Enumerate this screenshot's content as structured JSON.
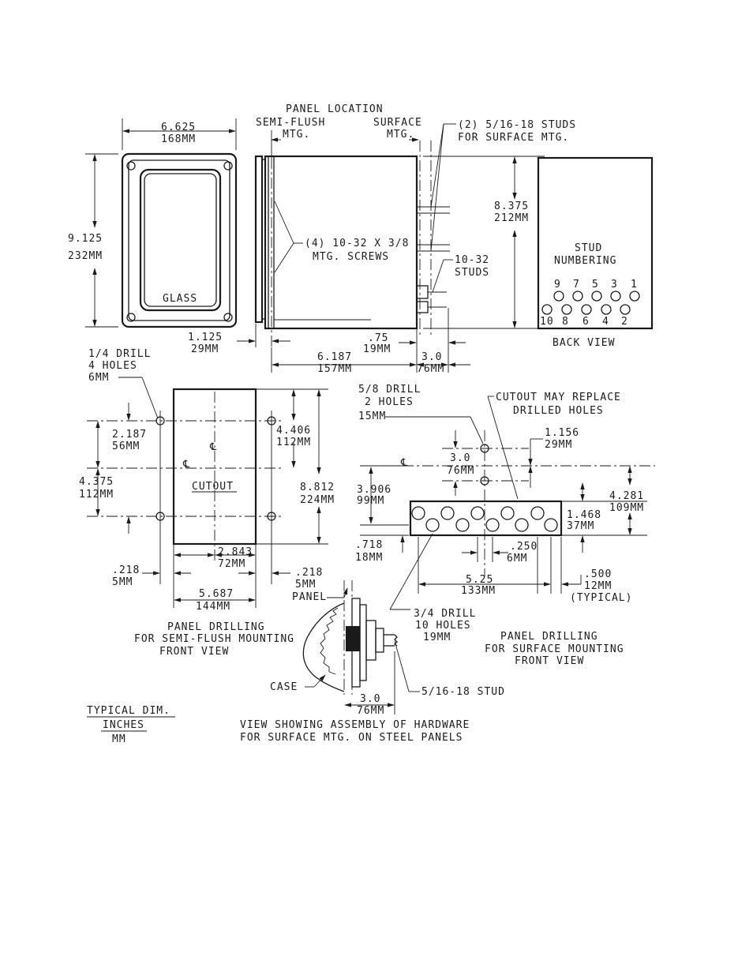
{
  "front": {
    "width_in": "6.625",
    "width_mm": "168MM",
    "height_in": "9.125",
    "height_mm": "232MM",
    "glass": "GLASS"
  },
  "side": {
    "panel_location": "PANEL LOCATION",
    "semi_flush_1": "SEMI-FLUSH",
    "semi_flush_2": "MTG.",
    "surface_1": "SURFACE",
    "surface_2": "MTG.",
    "studs_1": "(2) 5/16-18 STUDS",
    "studs_2": "FOR SURFACE MTG.",
    "screws_1": "(4) 10-32 X 3/8",
    "screws_2": "MTG. SCREWS",
    "studs1032_1": "10-32",
    "studs1032_2": "STUDS",
    "height_in": "8.375",
    "height_mm": "212MM",
    "flange_in": "1.125",
    "flange_mm": "29MM",
    "depth_in": "6.187",
    "depth_mm": "157MM",
    "rear_in": ".75",
    "rear_mm": "19MM",
    "stud_in": "3.0",
    "stud_mm": "76MM"
  },
  "back": {
    "title_1": "STUD",
    "title_2": "NUMBERING",
    "top_numbers": [
      "9",
      "7",
      "5",
      "3",
      "1"
    ],
    "bottom_numbers": [
      "10",
      "8",
      "6",
      "4",
      "2"
    ],
    "caption": "BACK VIEW"
  },
  "semi_flush": {
    "drill_1": "1/4 DRILL",
    "drill_2": "4 HOLES",
    "drill_3": "6MM",
    "half_in": "2.187",
    "half_mm": "56MM",
    "pitch_in": "4.375",
    "pitch_mm": "112MM",
    "right_in": "4.406",
    "right_mm": "112MM",
    "height_in": "8.812",
    "height_mm": "224MM",
    "cl": "℄",
    "cutout": "CUTOUT",
    "center_in": "2.843",
    "center_mm": "72MM",
    "left_in": ".218",
    "left_mm": "5MM",
    "rightoff_in": ".218",
    "rightoff_mm": "5MM",
    "width_in": "5.687",
    "width_mm": "144MM",
    "caption_1": "PANEL DRILLING",
    "caption_2": "FOR SEMI-FLUSH MOUNTING",
    "caption_3": "FRONT VIEW"
  },
  "surface": {
    "drill_1": "5/8 DRILL",
    "drill_2": "2 HOLES",
    "drill_3": "15MM",
    "cutout_1": "CUTOUT MAY REPLACE",
    "cutout_2": "DRILLED HOLES",
    "offset_in": "1.156",
    "offset_mm": "29MM",
    "stud_in": "3.0",
    "stud_mm": "76MM",
    "cl": "℄",
    "top_in": "3.906",
    "top_mm": "99MM",
    "total_in": "4.281",
    "total_mm": "109MM",
    "row_in": "1.468",
    "row_mm": "37MM",
    "bottom_in": ".718",
    "bottom_mm": "18MM",
    "pitch_in": ".250",
    "pitch_mm": "6MM",
    "span_in": "5.25",
    "span_mm": "133MM",
    "edge_in": ".500",
    "edge_mm": "12MM",
    "edge_note": "(TYPICAL)",
    "drill34_1": "3/4 DRILL",
    "drill34_2": "10 HOLES",
    "drill34_3": "19MM",
    "caption_1": "PANEL DRILLING",
    "caption_2": "FOR SURFACE MOUNTING",
    "caption_3": "FRONT VIEW"
  },
  "assembly": {
    "panel": "PANEL",
    "case": "CASE",
    "stud": "5/16-18 STUD",
    "dim_in": "3.0",
    "dim_mm": "76MM",
    "caption_1": "VIEW SHOWING ASSEMBLY OF HARDWARE",
    "caption_2": "FOR SURFACE MTG. ON STEEL PANELS"
  },
  "legend": {
    "title": "TYPICAL DIM.",
    "inches": "INCHES",
    "mm": "MM"
  }
}
